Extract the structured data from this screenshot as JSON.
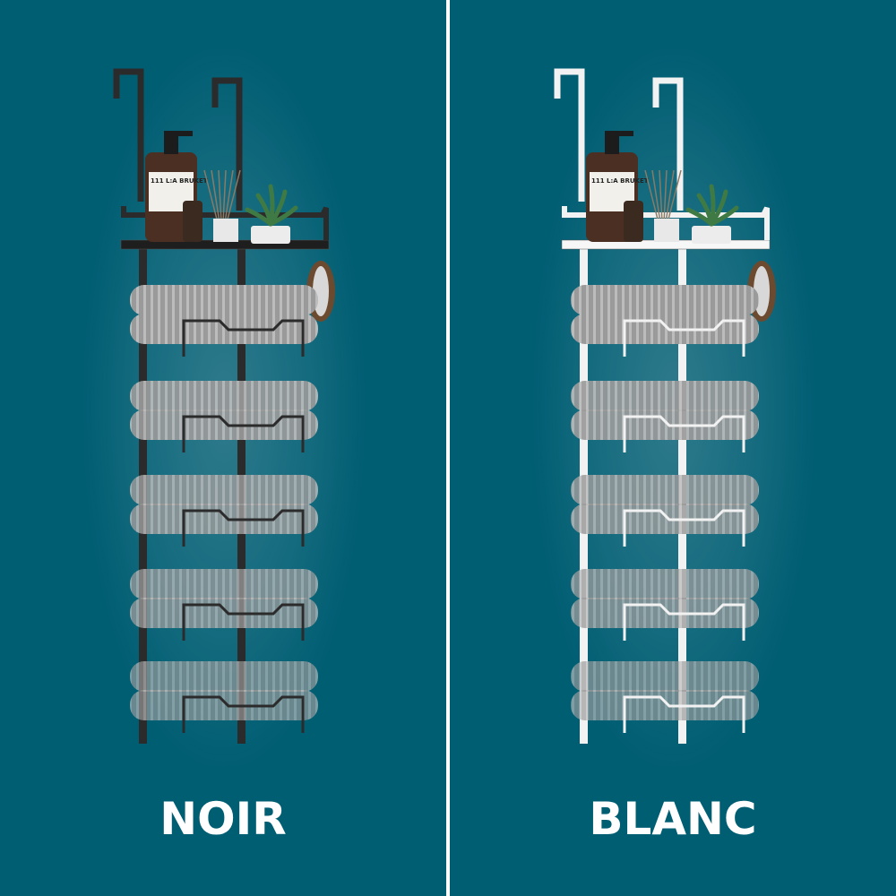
{
  "variants": [
    {
      "label": "NOIR",
      "frame_color": "#2b2b2b",
      "shelf_color": "#1e1e1e",
      "icon": "black-towel-rack-icon"
    },
    {
      "label": "BLANC",
      "frame_color": "#f2f2f2",
      "shelf_color": "#f7f7f7",
      "icon": "white-towel-rack-icon"
    }
  ],
  "bottle_label": "111 L:A BRUKET",
  "colors": {
    "background": "#005e73",
    "divider": "#ffffff",
    "towel": "#9a9a9a"
  }
}
